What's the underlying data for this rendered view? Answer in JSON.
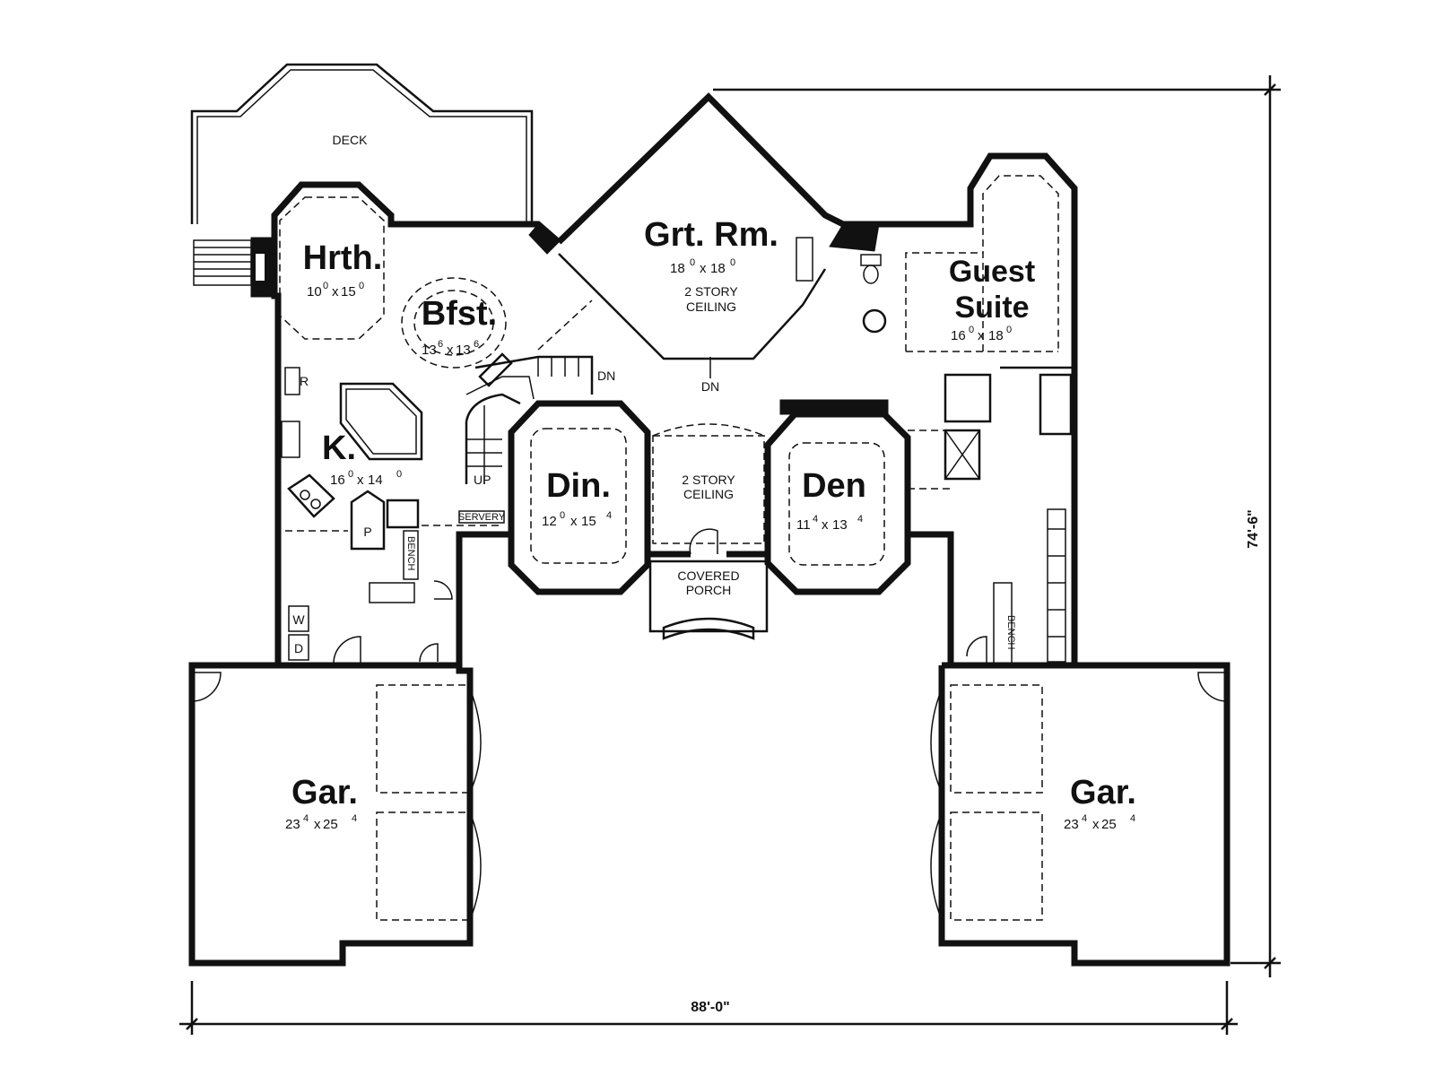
{
  "rooms": {
    "deck": {
      "name": "DECK"
    },
    "hearth": {
      "name": "Hrth.",
      "dim_w": "10",
      "dim_w_sup": "0",
      "dim_l": "15",
      "dim_l_sup": "0"
    },
    "breakfast": {
      "name": "Bfst.",
      "dim_w": "13",
      "dim_w_sup": "6",
      "dim_l": "13",
      "dim_l_sup": "6"
    },
    "great_room": {
      "name": "Grt. Rm.",
      "dim_w": "18",
      "dim_w_sup": "0",
      "dim_l": "18",
      "dim_l_sup": "0",
      "note_line1": "2 STORY",
      "note_line2": "CEILING"
    },
    "guest_suite": {
      "name_line1": "Guest",
      "name_line2": "Suite",
      "dim_w": "16",
      "dim_w_sup": "0",
      "dim_l": "18",
      "dim_l_sup": "0"
    },
    "kitchen": {
      "name": "K.",
      "dim_w": "16",
      "dim_w_sup": "0",
      "dim_l": "14",
      "dim_l_sup": "0"
    },
    "dining": {
      "name": "Din.",
      "dim_w": "12",
      "dim_w_sup": "0",
      "dim_l": "15",
      "dim_l_sup": "4"
    },
    "foyer": {
      "note_line1": "2 STORY",
      "note_line2": "CEILING"
    },
    "den": {
      "name": "Den",
      "dim_w": "11",
      "dim_w_sup": "4",
      "dim_l": "13",
      "dim_l_sup": "4"
    },
    "porch": {
      "line1": "COVERED",
      "line2": "PORCH"
    },
    "garage_left": {
      "name": "Gar.",
      "dim_w": "23",
      "dim_w_sup": "4",
      "dim_l": "25",
      "dim_l_sup": "4"
    },
    "garage_right": {
      "name": "Gar.",
      "dim_w": "23",
      "dim_w_sup": "4",
      "dim_l": "25",
      "dim_l_sup": "4"
    }
  },
  "labels": {
    "refrigerator": "R",
    "pantry": "P",
    "washer": "W",
    "dryer": "D",
    "bench_left": "BENCH",
    "bench_right": "BENCH",
    "servery": "SERVERY",
    "stair_up": "UP",
    "stair_down_1": "DN",
    "stair_down_2": "DN"
  },
  "dimensions": {
    "overall_width": "88'-0\"",
    "overall_depth": "74'-6\""
  },
  "x": "x"
}
